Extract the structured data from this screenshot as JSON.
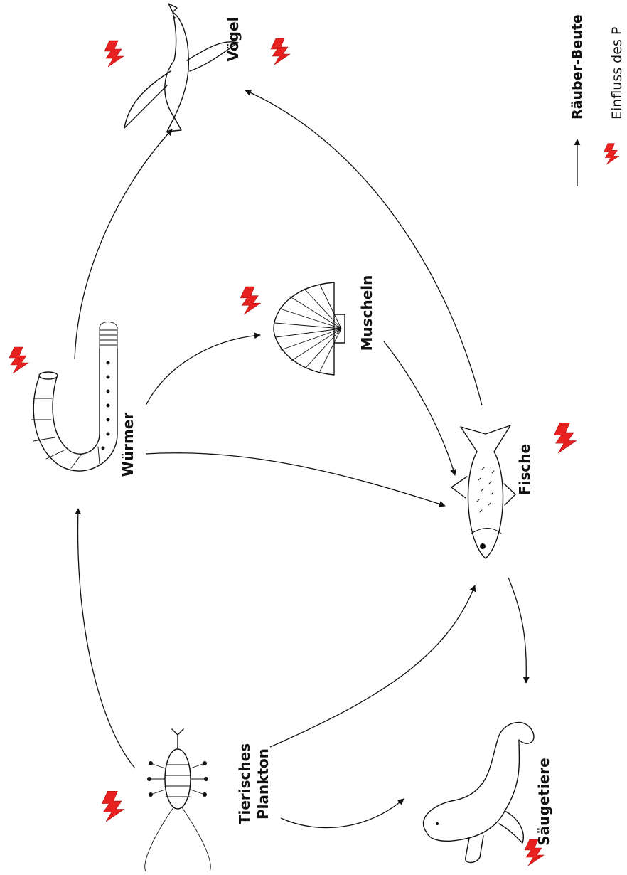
{
  "nodes": {
    "birds": "Vögel",
    "mussels": "Muscheln",
    "worms": "Würmer",
    "fish": "Fische",
    "plankton_line1": "Tierisches",
    "plankton_line2": "Plankton",
    "mammals": "Säugetiere"
  },
  "edges": [
    {
      "from": "Tierisches Plankton",
      "to": "Würmer"
    },
    {
      "from": "Tierisches Plankton",
      "to": "Fische"
    },
    {
      "from": "Tierisches Plankton",
      "to": "Säugetiere"
    },
    {
      "from": "Würmer",
      "to": "Vögel"
    },
    {
      "from": "Würmer",
      "to": "Muscheln"
    },
    {
      "from": "Würmer",
      "to": "Fische"
    },
    {
      "from": "Muscheln",
      "to": "Fische"
    },
    {
      "from": "Fische",
      "to": "Vögel"
    },
    {
      "from": "Fische",
      "to": "Säugetiere"
    }
  ],
  "legend": {
    "predator_prey": "Räuber-Beute",
    "impact": "Einfluss des P"
  },
  "colors": {
    "lightning": "#e8201f",
    "ink": "#111111"
  },
  "icons": [
    "bird-icon",
    "mussel-icon",
    "worm-icon",
    "fish-icon",
    "plankton-icon",
    "seal-icon",
    "lightning-icon"
  ]
}
